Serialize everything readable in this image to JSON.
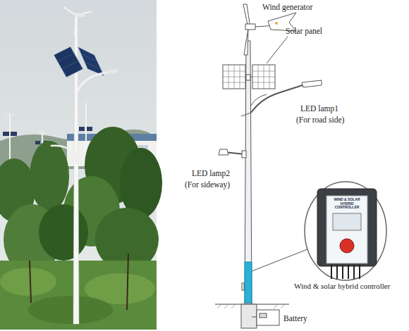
{
  "diagram": {
    "labels": [
      "Wind generator",
      "Solar panel",
      "LED lamp1",
      "(For road side)",
      "LED lamp2",
      "(For sideway)",
      "WIND & SOLAR HYBRID CONTROLLER",
      "Wind & solar hybrid controller",
      "Battery"
    ]
  }
}
